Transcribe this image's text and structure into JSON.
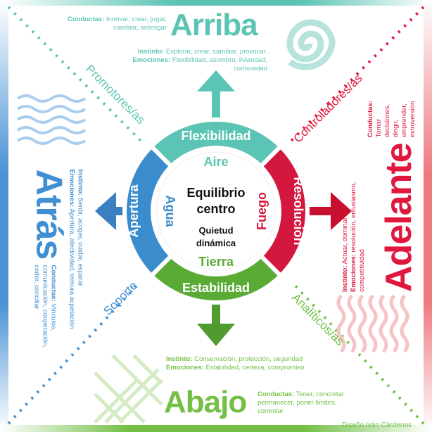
{
  "colors": {
    "arriba": "#5cc4b4",
    "adelante": "#e0173f",
    "abajo": "#72bf44",
    "atras": "#3f8fd2"
  },
  "center": {
    "title_1": "Equilibrio",
    "title_2": "centro",
    "sub_1": "Quietud",
    "sub_2": "dinámica"
  },
  "ring": {
    "top": "Flexibilidad",
    "right": "Resolución",
    "bottom": "Estabilidad",
    "left": "Apertura"
  },
  "elements": {
    "top": "Aire",
    "right": "Fuego",
    "bottom": "Tierra",
    "left": "Agua"
  },
  "diagonals": {
    "top_left": "Promotores/as",
    "top_right": "Controladores/as",
    "bottom_left": "Soporte",
    "bottom_right": "Analíticos/as"
  },
  "arriba": {
    "title": "Arriba",
    "conductas_label": "Conductas:",
    "conductas": "Innovar, crear, jugar, cambiar, arriesgar",
    "instinto_label": "Instinto:",
    "instinto": "Explorar, crear, cambiar, provocar.",
    "emociones_label": "Emociones:",
    "emociones": "Flexibilidad, asombro, liviandad, curisosidad"
  },
  "adelante": {
    "title": "Adelante",
    "conductas_label": "Conductas:",
    "conductas": "Tomar decisiones, dirigir, emprender, extroversión",
    "instinto_label": "Instinto:",
    "instinto": "Actuar, dominar",
    "emociones_label": "Emociones:",
    "emociones": "resolución, entusiasmo, competitividad"
  },
  "abajo": {
    "title": "Abajo",
    "conductas_label": "Conductas:",
    "conductas": "Tener, concretar permanecer, poner límites, controlar",
    "instinto_label": "Instinto:",
    "instinto": "Conservación, protección, seguridad",
    "emociones_label": "Emociones:",
    "emociones": "Estabilidad, certeza, compromiso"
  },
  "atras": {
    "title": "Atrás",
    "conductas_label": "Conductas:",
    "conductas": "Vínculos, comunicación, cooperación, ceder, conciliar",
    "instinto_label": "Instinto:",
    "instinto": "Sentir, acoger, cuidar, esparar",
    "emociones_label": "Emociones:",
    "emociones": "Apertura, afectividad, ternura acpetación"
  },
  "credit": "Diseño Iván Cárdenas"
}
